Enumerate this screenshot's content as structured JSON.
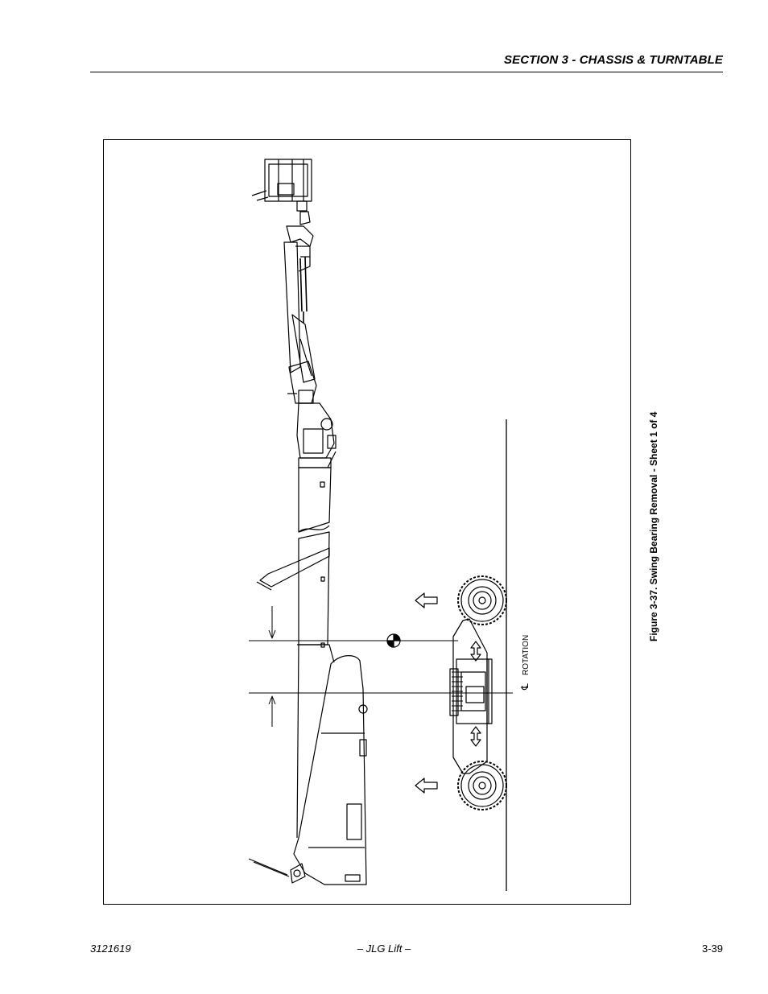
{
  "header": {
    "section_title": "SECTION 3 - CHASSIS & TURNTABLE"
  },
  "figure": {
    "caption": "Figure 3-37.  Swing Bearing Removal - Sheet 1 of 4",
    "rotation_label": "ROTATION",
    "centerline_symbol": "℄"
  },
  "footer": {
    "doc_number": "3121619",
    "center_text": "– JLG Lift –",
    "page_number": "3-39"
  }
}
